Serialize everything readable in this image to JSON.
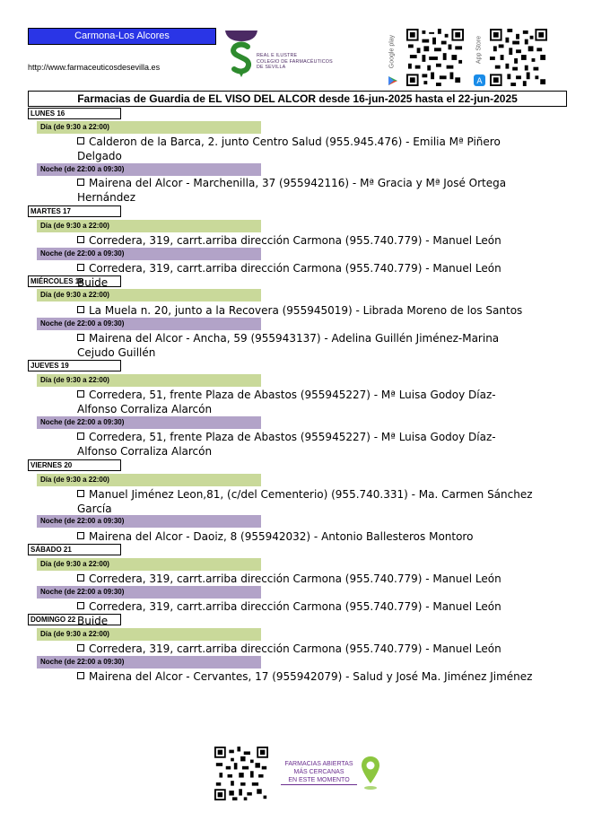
{
  "header": {
    "region": "Carmona-Los Alcores",
    "url": "http://www.farmaceuticosdesevilla.es",
    "logo_text": [
      "REAL E ILUSTRE",
      "COLEGIO DE FARMACÉUTICOS",
      "DE SEVILLA"
    ],
    "google_play": "Google play",
    "app_store": "App Store"
  },
  "title": "Farmacias de Guardia de EL VISO DEL ALCOR desde 16-jun-2025 hasta el 22-jun-2025",
  "shift_labels": {
    "day": "Día (de 9:30 a 22:00)",
    "night": "Noche (de 22:00 a 09:30)"
  },
  "days": [
    {
      "label": "LUNES 16",
      "day": "Calderon de la Barca, 2. junto Centro Salud (955.945.476) - Emilia Mª Piñero Delgado",
      "night": "Mairena del Alcor - Marchenilla, 37 (955942116) - Mª Gracia y Mª José Ortega Hernández"
    },
    {
      "label": "MARTES 17",
      "day": "Corredera, 319, carrt.arriba dirección Carmona (955.740.779) - Manuel León Buide",
      "night": "Corredera, 319, carrt.arriba dirección Carmona (955.740.779) - Manuel León Buide"
    },
    {
      "label": "MIÉRCOLES 18",
      "day": "La Muela n. 20, junto a la Recovera (955945019) - Librada Moreno de los Santos",
      "night": "Mairena del Alcor - Ancha, 59 (955943137) - Adelina Guillén Jiménez-Marina Cejudo Guillén"
    },
    {
      "label": "JUEVES 19",
      "day": "Corredera, 51, frente Plaza de Abastos (955945227) - Mª Luisa Godoy Díaz-Alfonso Corraliza Alarcón",
      "night": "Corredera, 51, frente Plaza de Abastos (955945227) - Mª Luisa Godoy Díaz-Alfonso Corraliza Alarcón"
    },
    {
      "label": "VIERNES 20",
      "day": "Manuel Jiménez Leon,81, (c/del Cementerio) (955.740.331) - Ma. Carmen Sánchez García",
      "night": "Mairena del Alcor - Daoiz, 8 (955942032) - Antonio Ballesteros Montoro"
    },
    {
      "label": "SÁBADO 21",
      "day": "Corredera, 319, carrt.arriba dirección Carmona (955.740.779) - Manuel León Buide",
      "night": "Corredera, 319, carrt.arriba dirección Carmona (955.740.779) - Manuel León Buide"
    },
    {
      "label": "DOMINGO 22",
      "day": "Corredera, 319, carrt.arriba dirección Carmona (955.740.779) - Manuel León Buide",
      "night": "Mairena del Alcor - Cervantes,  17 (955942079) - Salud y José Ma. Jiménez Jiménez"
    }
  ],
  "footer": {
    "lines": [
      "FARMACIAS ABIERTAS",
      "MÁS CERCANAS",
      "EN ESTE MOMENTO"
    ]
  },
  "colors": {
    "region_bg": "#2a35e6",
    "day_shift": "#c9d99a",
    "night_shift": "#b2a3c8",
    "logo_purple": "#4b2a63",
    "logo_green": "#2e8b2e"
  }
}
